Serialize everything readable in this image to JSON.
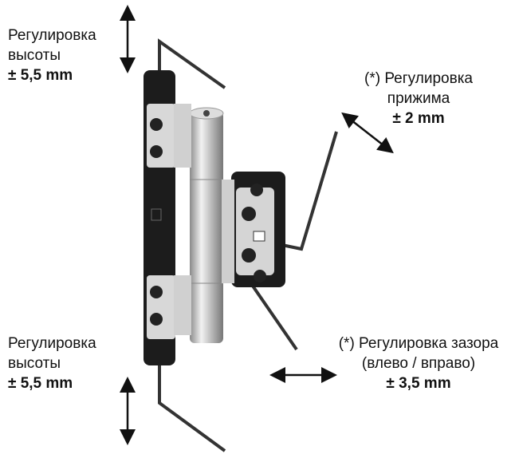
{
  "labels": {
    "top_left": {
      "line1": "Регулировка",
      "line2": "высоты",
      "value": "± 5,5 mm"
    },
    "top_right": {
      "line1": "(*) Регулировка",
      "line2": "прижима",
      "value": "± 2 mm"
    },
    "bottom_left": {
      "line1": "Регулировка",
      "line2": "высоты",
      "value": "± 5,5 mm"
    },
    "bottom_right": {
      "line1": "(*) Регулировка зазора",
      "line2": "(влево / вправо)",
      "value": "± 3,5 mm"
    }
  },
  "colors": {
    "metal": "#c9c9c9",
    "plate": "#1c1c1c",
    "arrow": "#111111"
  }
}
